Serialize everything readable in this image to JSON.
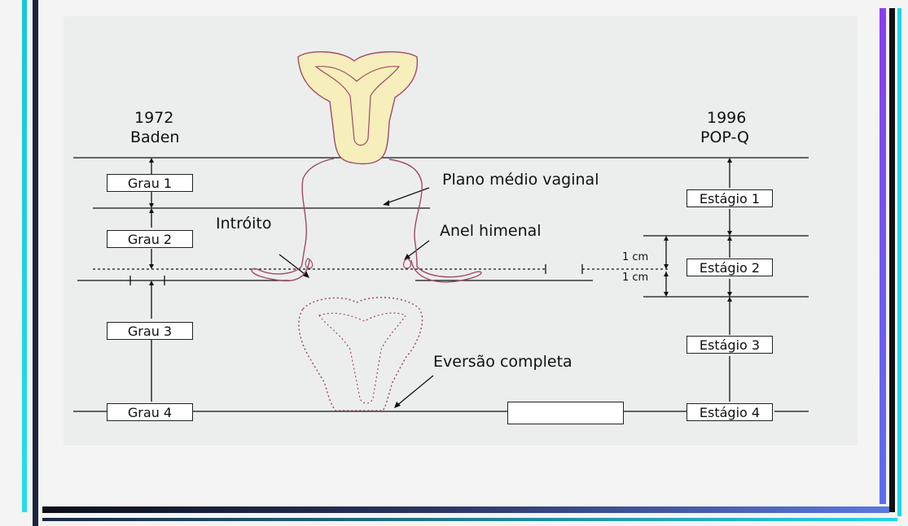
{
  "colors": {
    "accent_cyan": "#19d9e6",
    "accent_navy": "#1a2540",
    "accent_purple": "#8a3df0",
    "accent_blue": "#4a6fe0",
    "uterus_fill": "#f6eebb",
    "outline": "#a04a6a"
  },
  "left_system": {
    "year": "1972",
    "name": "Baden",
    "grades": [
      "Grau 1",
      "Grau 2",
      "Grau 3",
      "Grau 4"
    ]
  },
  "right_system": {
    "year": "1996",
    "name": "POP-Q",
    "stages": [
      "Estágio 1",
      "Estágio 2",
      "Estágio 3",
      "Estágio 4"
    ]
  },
  "labels": {
    "midvaginal": "Plano médio vaginal",
    "introito": "Intróito",
    "hymen": "Anel himenal",
    "eversion": "Eversão completa",
    "cm_upper": "1 cm",
    "cm_lower": "1 cm"
  }
}
